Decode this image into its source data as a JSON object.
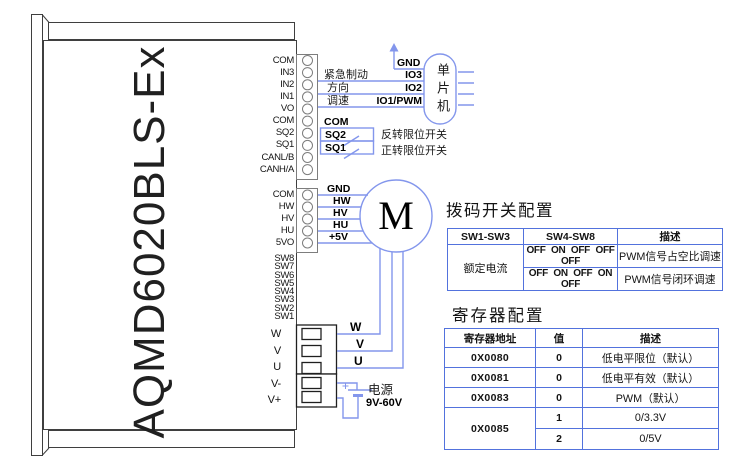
{
  "device": {
    "model": "AQMD6020BLS-Ex",
    "io_port_pins": [
      "COM",
      "IN3",
      "IN2",
      "IN1",
      "VO",
      "COM",
      "SQ2",
      "SQ1",
      "CANL/B",
      "CANH/A"
    ],
    "hall_port_pins": [
      "COM",
      "HW",
      "HV",
      "HU",
      "5VO"
    ],
    "dip_switch_pins": [
      "SW8",
      "SW7",
      "SW6",
      "SW5",
      "SW4",
      "SW3",
      "SW2",
      "SW1"
    ],
    "power_pins": [
      "W",
      "V",
      "U",
      "V-",
      "V+"
    ]
  },
  "wiring": {
    "mcu": {
      "label": "单片机",
      "gnd": "GND",
      "io3": "IO3",
      "io2": "IO2",
      "io1": "IO1/PWM",
      "brake": "紧急制动",
      "direction": "方向",
      "speed": "调速"
    },
    "limit_switches": {
      "com": "COM",
      "sq2": "SQ2",
      "sq1": "SQ1",
      "sq2_desc": "反转限位开关",
      "sq1_desc": "正转限位开关"
    },
    "hall": {
      "gnd": "GND",
      "hw": "HW",
      "hv": "HV",
      "hu": "HU",
      "p5v": "+5V"
    },
    "motor": {
      "label": "M",
      "w": "W",
      "v": "V",
      "u": "U"
    },
    "power": {
      "label": "电源",
      "voltage": "9V-60V"
    }
  },
  "dip_table": {
    "title": "拨码开关配置",
    "headers": [
      "SW1-SW3",
      "SW4-SW8",
      "描述"
    ],
    "group_label": "额定电流",
    "rows": [
      {
        "sw": "OFF ON OFF OFF OFF",
        "desc": "PWM信号占空比调速"
      },
      {
        "sw": "OFF ON OFF ON OFF",
        "desc": "PWM信号闭环调速"
      }
    ]
  },
  "register_table": {
    "title": "寄存器配置",
    "headers": [
      "寄存器地址",
      "值",
      "描述"
    ],
    "groups": [
      {
        "addr": "0X0080",
        "rows": [
          {
            "val": "0",
            "desc": "低电平限位（默认）"
          }
        ]
      },
      {
        "addr": "0X0081",
        "rows": [
          {
            "val": "0",
            "desc": "低电平有效（默认）"
          }
        ]
      },
      {
        "addr": "0X0083",
        "rows": [
          {
            "val": "0",
            "desc": "PWM（默认）"
          }
        ]
      },
      {
        "addr": "0X0085",
        "rows": [
          {
            "val": "1",
            "desc": "0/3.3V"
          },
          {
            "val": "2",
            "desc": "0/5V"
          }
        ]
      }
    ]
  },
  "colors": {
    "wire": "#8396ec",
    "table_border": "#5272dd",
    "outline": "#3f3f3f"
  }
}
